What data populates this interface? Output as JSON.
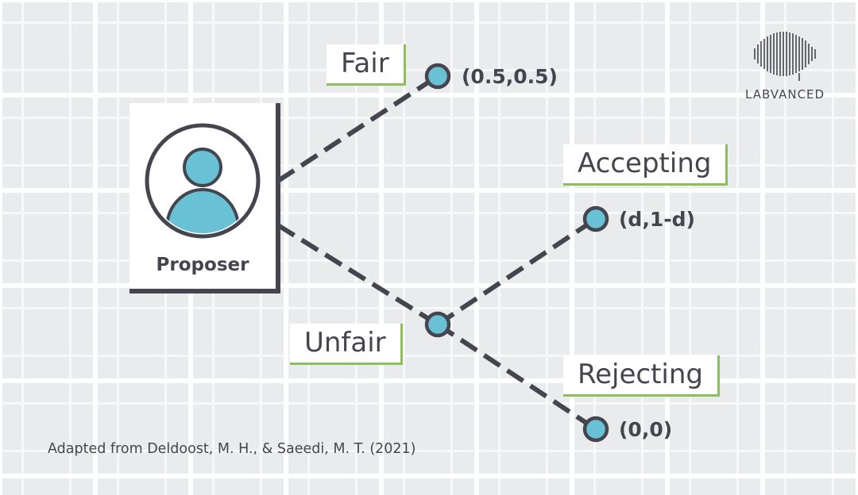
{
  "proposer": {
    "label": "Proposer"
  },
  "branches": {
    "fair": {
      "label": "Fair",
      "payoff": "(0.5,0.5)"
    },
    "unfair": {
      "label": "Unfair"
    },
    "accepting": {
      "label": "Accepting",
      "payoff": "(d,1-d)"
    },
    "rejecting": {
      "label": "Rejecting",
      "payoff": "(0,0)"
    }
  },
  "citation": "Adapted from Deldoost, M. H., & Saeedi, M. T. (2021)",
  "logo": {
    "text": "LABVANCED",
    "icon": "brain-icon"
  },
  "colors": {
    "node_fill": "#69c1d6",
    "line": "#454550",
    "label_accent": "#8dbf5a",
    "background": "#eaebec"
  }
}
